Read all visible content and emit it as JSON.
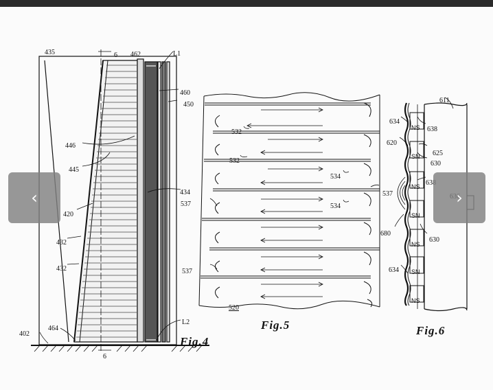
{
  "viewer": {
    "prev_icon": "chevron-left-icon",
    "next_icon": "chevron-right-icon",
    "prev_glyph": "‹",
    "next_glyph": "›"
  },
  "figures": {
    "fig4": {
      "caption": "Fig.4",
      "labels": {
        "l435": "435",
        "l6a": "6",
        "l462": "462",
        "lL1": "L1",
        "l460": "460",
        "l450": "450",
        "l446": "446",
        "l445": "445",
        "l434": "434",
        "l420": "420",
        "l432a": "432",
        "l432b": "432",
        "l402": "402",
        "l464": "464",
        "lL2": "L2",
        "l6b": "6"
      }
    },
    "fig5": {
      "caption": "Fig.5",
      "labels": {
        "l532a": "532",
        "l532b": "532",
        "l534a": "534",
        "l534b": "534",
        "l537a": "537",
        "l537b": "537",
        "l537c": "537",
        "l520": "520"
      }
    },
    "fig6": {
      "caption": "Fig.6",
      "labels": {
        "l611": "611",
        "l634a": "634",
        "l638a": "638",
        "l620": "620",
        "l625": "625",
        "l630a": "630",
        "l638b": "638",
        "l636": "636",
        "l680": "680",
        "l630b": "630",
        "l634b": "634"
      },
      "magnet_poles": [
        "NS",
        "SN",
        "NS",
        "SN",
        "NS",
        "SN",
        "NS"
      ]
    }
  }
}
